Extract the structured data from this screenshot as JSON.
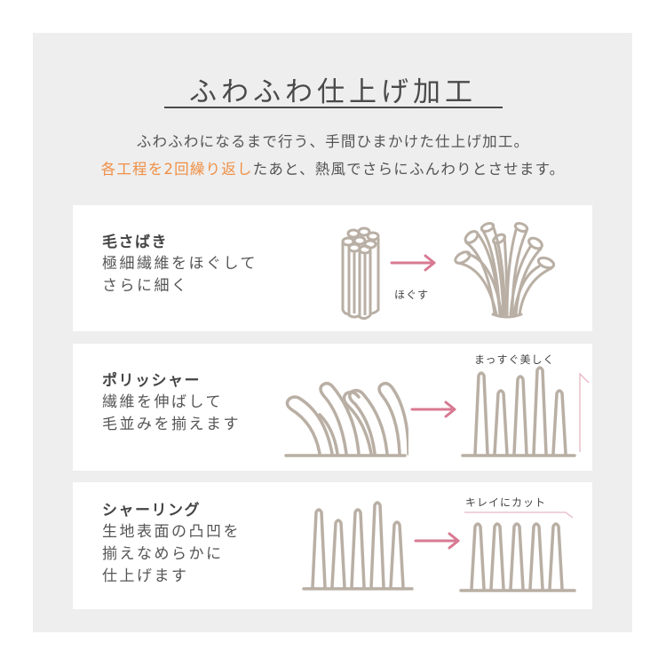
{
  "header": {
    "title": "ふわふわ仕上げ加工",
    "lead_line1": "ふわふわになるまで行う、手間ひまかけた仕上げ加工。",
    "lead_line2_accent": "各工程を2回繰り返し",
    "lead_line2_rest": "たあと、熱風でさらにふんわりとさせます。"
  },
  "colors": {
    "panel_bg": "#eeeeee",
    "card_bg": "#ffffff",
    "accent_orange": "#ef8f45",
    "arrow_pink": "#d87a92",
    "fiber_beige": "#b9afa4",
    "text": "#555555"
  },
  "steps": [
    {
      "title": "毛さばき",
      "desc_lines": [
        "極細繊維をほぐして",
        "さらに細く"
      ],
      "arrow_label": "ほぐす",
      "before_icon": "fiber-bundle-icon",
      "after_icon": "fiber-splayed-icon"
    },
    {
      "title": "ポリッシャー",
      "desc_lines": [
        "繊維を伸ばして",
        "毛並みを揃えます"
      ],
      "after_label": "まっすぐ美しく",
      "before_icon": "bent-fibers-icon",
      "after_icon": "straight-fibers-icon"
    },
    {
      "title": "シャーリング",
      "desc_lines": [
        "生地表面の凸凹を",
        "揃えなめらかに",
        "仕上げます"
      ],
      "after_label": "キレイにカット",
      "before_icon": "uneven-fibers-icon",
      "after_icon": "even-fibers-icon"
    }
  ]
}
